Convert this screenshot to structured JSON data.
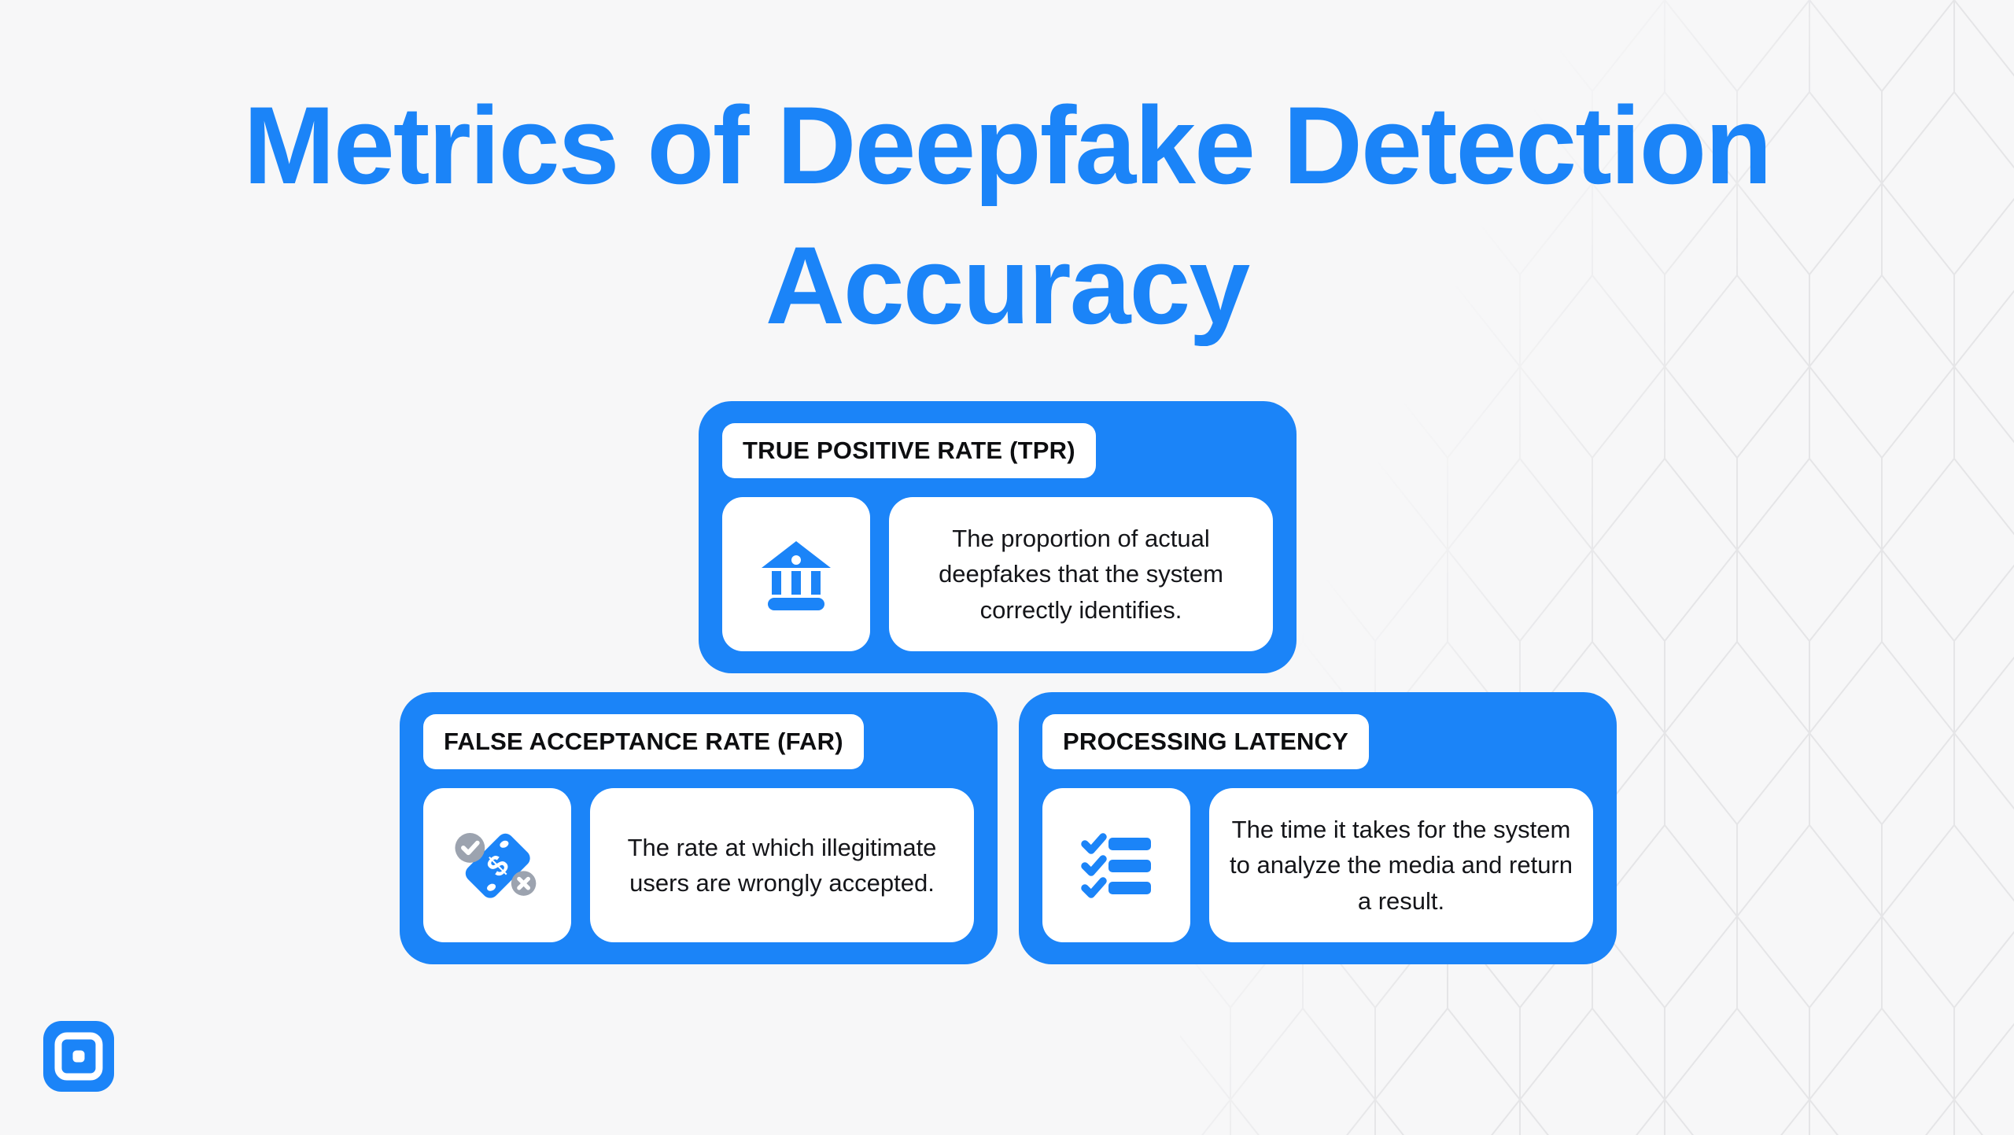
{
  "meta": {
    "background_color": "#F7F7F8",
    "accent_blue": "#1B84F8",
    "pattern_line_color": "#E5E5E7",
    "badge_gray": "#9CA3AF",
    "text_color": "#0D0E10"
  },
  "title": {
    "line1": "Metrics of Deepfake Detection",
    "line2": "Accuracy"
  },
  "cards": [
    {
      "label": "TRUE POSITIVE RATE (TPR)",
      "icon": "bank-icon",
      "description": "The proportion of actual deepfakes that the system correctly identifies."
    },
    {
      "label": "FALSE ACCEPTANCE RATE (FAR)",
      "icon": "money-check-cross-icon",
      "description": "The rate at which illegitimate users are wrongly accepted."
    },
    {
      "label": "PROCESSING LATENCY",
      "icon": "checklist-icon",
      "description": "The time it takes for the system to analyze the media and return a result."
    }
  ],
  "footer": {
    "logo": "square-in-square-logo"
  }
}
